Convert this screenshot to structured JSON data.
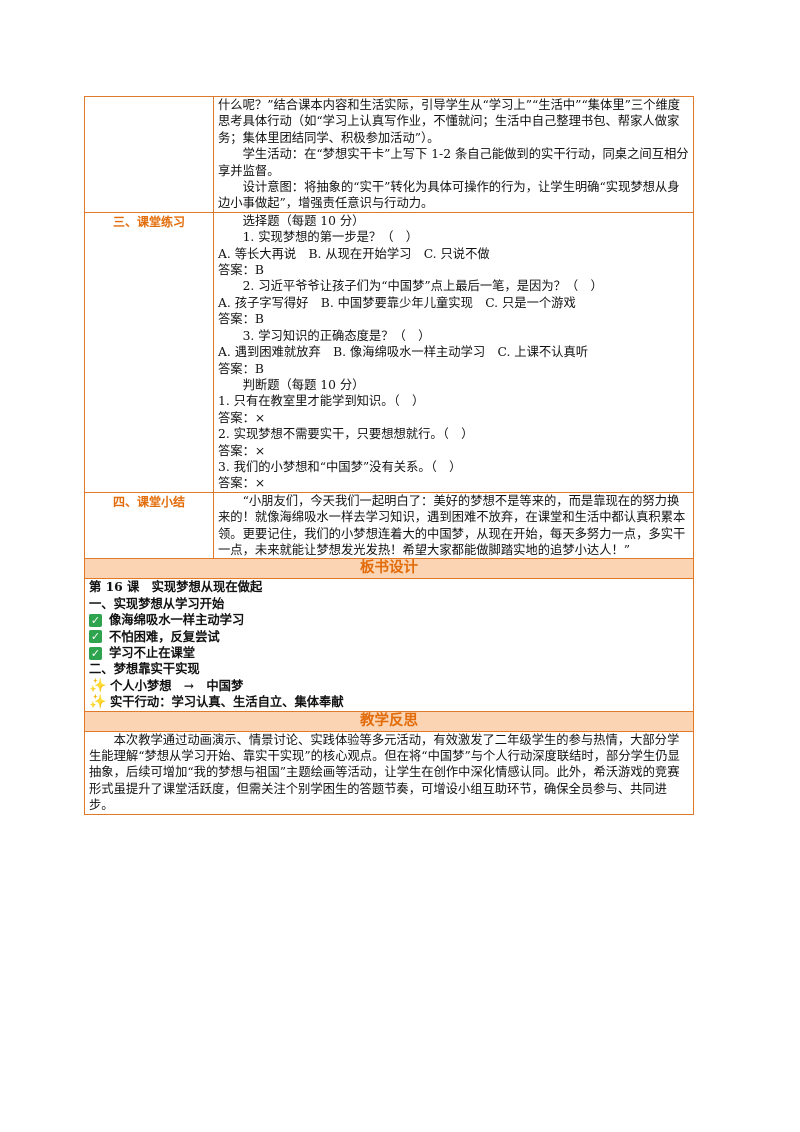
{
  "top_section": {
    "paragraphs": [
      "什么呢？”结合课本内容和生活实际，引导学生从“学习上”“生活中”“集体里”三个维度思考具体行动（如“学习上认真写作业，不懂就问；生活中自己整理书包、帮家人做家务；集体里团结同学、积极参加活动”）。",
      "学生活动：在“梦想实干卡”上写下 1-2 条自己能做到的实干行动，同桌之间互相分享并监督。",
      "设计意图：将抽象的“实干”转化为具体可操作的行为，让学生明确“实现梦想从身边小事做起”，增强责任意识与行动力。"
    ]
  },
  "practice": {
    "label": "三、课堂练习",
    "lines": [
      "选择题（每题 10 分）",
      "1. 实现梦想的第一步是？（　）",
      "A. 等长大再说　B. 从现在开始学习　C. 只说不做",
      "答案：B",
      "2. 习近平爷爷让孩子们为“中国梦”点上最后一笔，是因为？（　）",
      "A. 孩子字写得好　B. 中国梦要靠少年儿童实现　C. 只是一个游戏",
      "答案：B",
      "3. 学习知识的正确态度是？（　）",
      "A. 遇到困难就放弃　B. 像海绵吸水一样主动学习　C. 上课不认真听",
      "答案：B",
      "判断题（每题 10 分）",
      "1. 只有在教室里才能学到知识。（　）",
      "答案：×",
      "2. 实现梦想不需要实干，只要想想就行。（　）",
      "答案：×",
      "3. 我们的小梦想和“中国梦”没有关系。（　）",
      "答案：×"
    ]
  },
  "summary": {
    "label": "四、课堂小结",
    "text": "“小朋友们，今天我们一起明白了：美好的梦想不是等来的，而是靠现在的努力换来的！就像海绵吸水一样去学习知识，遇到困难不放弃，在课堂和生活中都认真积累本领。更要记住，我们的小梦想连着大的中国梦，从现在开始，每天多努力一点，多实干一点，未来就能让梦想发光发热！希望大家都能做脚踏实地的追梦小达人！”"
  },
  "board": {
    "header": "板书设计",
    "title": "第 16 课　实现梦想从现在做起",
    "section1": "一、实现梦想从学习开始",
    "checks": [
      "像海绵吸水一样主动学习",
      "不怕困难，反复尝试",
      "学习不止在课堂"
    ],
    "section2": "二、梦想靠实干实现",
    "star_line1": "个人小梦想　→　中国梦",
    "star_line2": "实干行动：学习认真、生活自立、集体奉献"
  },
  "reflection": {
    "header": "教学反思",
    "text": "本次教学通过动画演示、情景讨论、实践体验等多元活动，有效激发了二年级学生的参与热情，大部分学生能理解“梦想从学习开始、靠实干实现”的核心观点。但在将“中国梦”与个人行动深度联结时，部分学生仍显抽象，后续可增加“我的梦想与祖国”主题绘画等活动，让学生在创作中深化情感认同。此外，希沃游戏的竞赛形式虽提升了课堂活跃度，但需关注个别学困生的答题节奏，可增设小组互助环节，确保全员参与、共同进步。"
  },
  "colors": {
    "border": "#e07a2a",
    "accent": "#e36c0a",
    "header_bg": "#fbd4b4",
    "check": "#2ea44f",
    "star": "#d8b400"
  }
}
